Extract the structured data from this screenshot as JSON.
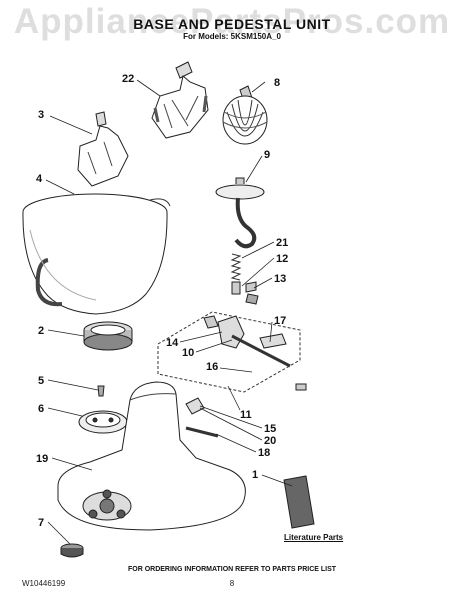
{
  "header": {
    "watermark": "AppliancePartsPros.com",
    "title": "BASE AND PEDESTAL UNIT",
    "subtitle": "For Models: 5KSM150A_0"
  },
  "callouts": [
    "22",
    "8",
    "3",
    "9",
    "4",
    "21",
    "12",
    "13",
    "17",
    "14",
    "10",
    "16",
    "2",
    "11",
    "5",
    "6",
    "15",
    "20",
    "18",
    "19",
    "1",
    "7"
  ],
  "labels": {
    "literature_parts": "Literature Parts"
  },
  "footer": {
    "doc_number": "W10446199",
    "ordering_note": "FOR ORDERING INFORMATION REFER TO PARTS PRICE LIST",
    "page": "8"
  }
}
